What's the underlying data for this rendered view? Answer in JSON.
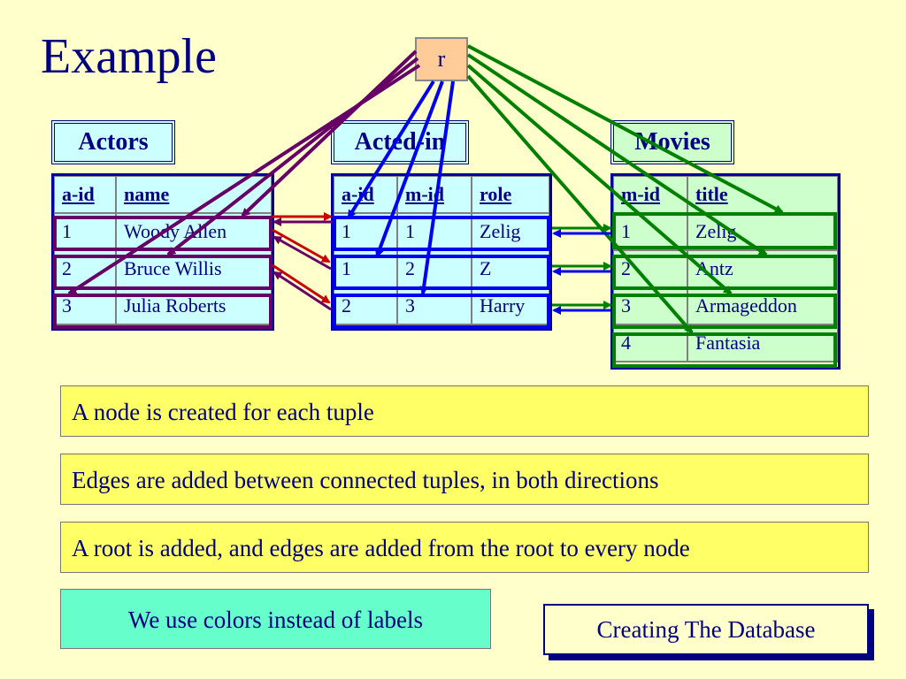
{
  "title": "Example",
  "root_label": "r",
  "actors": {
    "label": "Actors",
    "headers": [
      "a-id",
      "name"
    ],
    "rows": [
      [
        "1",
        "Woody Allen"
      ],
      [
        "2",
        "Bruce Willis"
      ],
      [
        "3",
        "Julia Roberts"
      ]
    ]
  },
  "acted_in": {
    "label": "Acted-in",
    "headers": [
      "a-id",
      "m-id",
      "role"
    ],
    "rows": [
      [
        "1",
        "1",
        "Zelig"
      ],
      [
        "1",
        "2",
        "Z"
      ],
      [
        "2",
        "3",
        "Harry"
      ]
    ]
  },
  "movies": {
    "label": "Movies",
    "headers": [
      "m-id",
      "title"
    ],
    "rows": [
      [
        "1",
        "Zelig"
      ],
      [
        "2",
        "Antz"
      ],
      [
        "3",
        "Armageddon"
      ],
      [
        "4",
        "Fantasia"
      ]
    ]
  },
  "notes": [
    "A node is created for each tuple",
    "Edges are added between connected tuples, in both directions",
    "A root is added, and edges are added from the root to every node"
  ],
  "colors_note": "We use colors instead of labels",
  "footer": "Creating The Database",
  "colors": {
    "actor_edge": "#660066",
    "acted_edge": "#0000ee",
    "movie_edge": "#008000"
  }
}
